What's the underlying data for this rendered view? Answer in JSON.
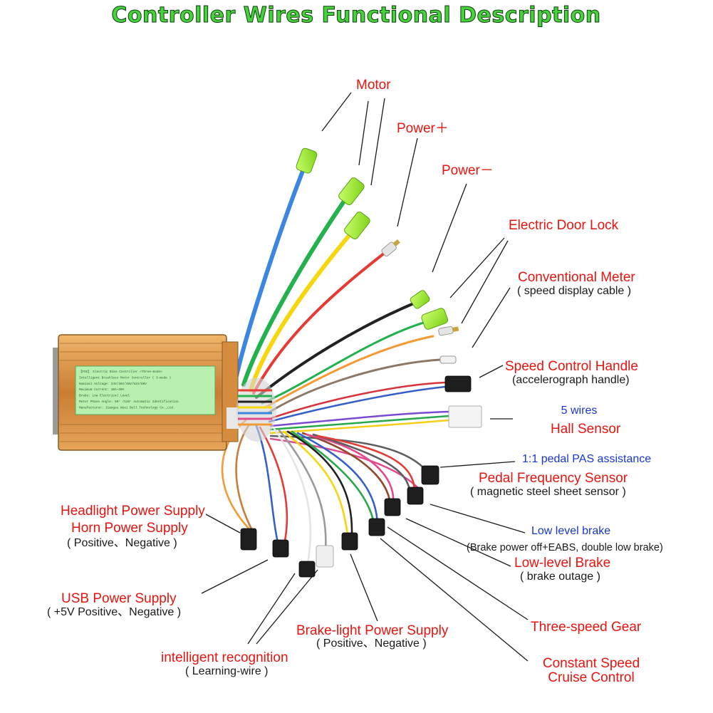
{
  "title": "Controller Wires Functional Description",
  "controller_plate": {
    "lines": [
      "【FOC】 Electric Bike Controller <Three-mode>",
      "Intelligent Brushless Motor Controller ( 3-mode )",
      "Nominal Voltage: 24V/36V/48V/52V/60V",
      "Maximum Current: 10A~30A",
      "Brake: Low Electrical Level",
      "Motor Phase Angle: 60° /120° Automatic Identification",
      "Manufacturer: Jiangsu Wuxi Bull Technology Co.,Ltd."
    ]
  },
  "labels": {
    "motor": "Motor",
    "power_pos": "Power＋",
    "power_neg": "Power－",
    "door_lock": "Electric Door Lock",
    "meter": "Conventional Meter",
    "meter_sub": "( speed display cable )",
    "throttle": "Speed Control Handle",
    "throttle_sub": "(accelerograph handle)",
    "hall_wires": "5 wires",
    "hall": "Hall Sensor",
    "pas_ratio": "1:1 pedal PAS assistance",
    "pas": "Pedal Frequency Sensor",
    "pas_sub": "( magnetic steel sheet sensor )",
    "low_brake_blue": "Low level brake",
    "low_brake_desc": "(Brake power off+EABS, double low brake)",
    "low_brake": "Low-level Brake",
    "low_brake_sub": "( brake outage )",
    "three_speed": "Three-speed Gear",
    "cruise_1": "Constant Speed",
    "cruise_2": "Cruise Control",
    "brake_light": "Brake-light Power Supply",
    "brake_light_sub": "( Positive、Negative )",
    "learning": "intelligent  recognition",
    "learning_sub": "( Learning-wire )",
    "usb": "USB Power Supply",
    "usb_sub": "( +5V Positive、Negative )",
    "headlight": "Headlight Power Supply",
    "horn": "Horn Power Supply",
    "headlight_sub": "( Positive、Negative )"
  },
  "colors": {
    "title_fill": "#46d23a",
    "callout_red": "#e8140f",
    "callout_blue": "#1736d8",
    "controller_body": "#d9964a",
    "label_plate": "#b8f0b0"
  }
}
